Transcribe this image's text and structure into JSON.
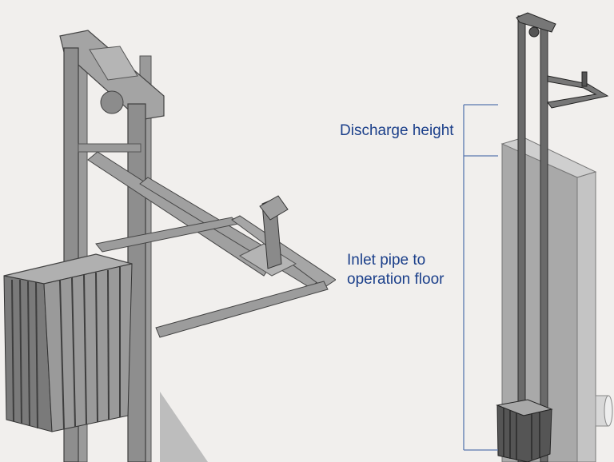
{
  "labels": {
    "discharge_height": "Discharge height",
    "inlet_pipe_line1": "Inlet pipe to",
    "inlet_pipe_line2": "operation floor"
  },
  "colors": {
    "background": "#f1efed",
    "label_text": "#1b3f8a",
    "bracket_line": "#5a78b0",
    "steel": "#8a8a8a",
    "steel_dark": "#4e4e4e",
    "wall": "#a8a8a8"
  }
}
